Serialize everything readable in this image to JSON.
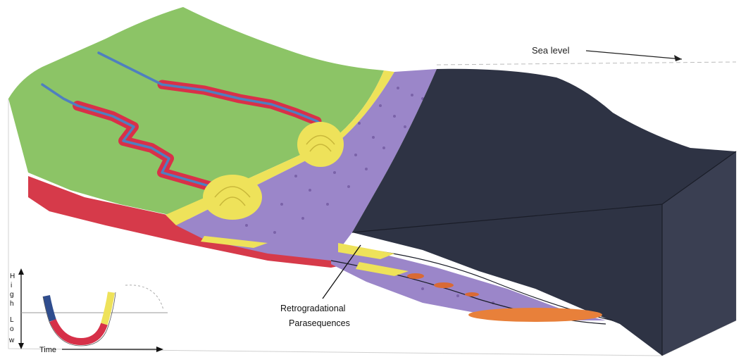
{
  "labels": {
    "sea_level": "Sea level",
    "retro_line1": "Retrogradational",
    "retro_line2": "Parasequences",
    "time": "Time",
    "axis_high": "High",
    "axis_low": "Low"
  },
  "colors": {
    "coastal_plain": "#8cc466",
    "shelf_purple": "#9b86c9",
    "deep_water": "#2e3344",
    "sand_yellow": "#eee25a",
    "channel_red": "#d93048",
    "river_blue": "#4f7fbf",
    "basin_orange": "#e8803a"
  },
  "curve_segments": [
    {
      "phase": "high-falling",
      "color": "#2f4d8e"
    },
    {
      "phase": "low",
      "color": "#d63048"
    },
    {
      "phase": "rising",
      "color": "#eee25a"
    }
  ]
}
